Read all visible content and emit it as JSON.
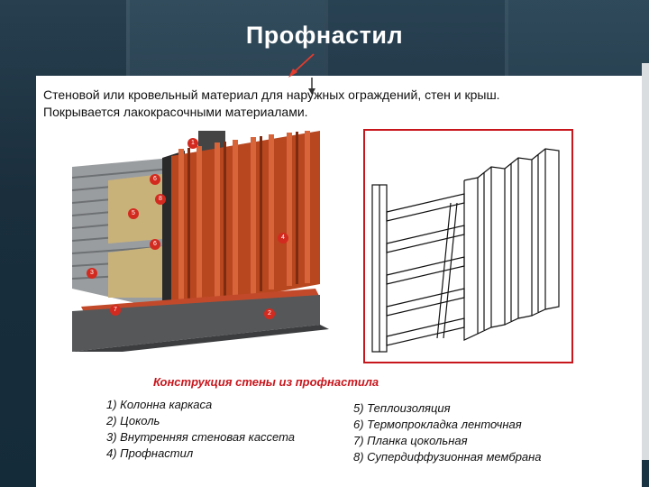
{
  "slide": {
    "title": "Профнастил",
    "description_line1": "Стеновой или кровельный материал для наружных ограждений, стен и крыш.",
    "description_line2": "Покрывается лакокрасочными материалами.",
    "caption": "Конструкция стены из профнастила",
    "callouts": [
      "1",
      "6",
      "8",
      "5",
      "6",
      "4",
      "3",
      "7",
      "2"
    ],
    "legend_left": [
      "1) Колонна каркаса",
      "2) Цоколь",
      "3) Внутренняя стеновая кассета",
      "4) Профнастил"
    ],
    "legend_right": [
      "5) Теплоизоляция",
      "6) Термопрокладка ленточная",
      "7) Планка цокольная",
      "8) Супердиффузионная мембрана"
    ]
  },
  "colors": {
    "background": "#1e3445",
    "accent_red": "#c8161d",
    "profile_orange": "#b8461f",
    "insulation": "#c9b27a"
  }
}
